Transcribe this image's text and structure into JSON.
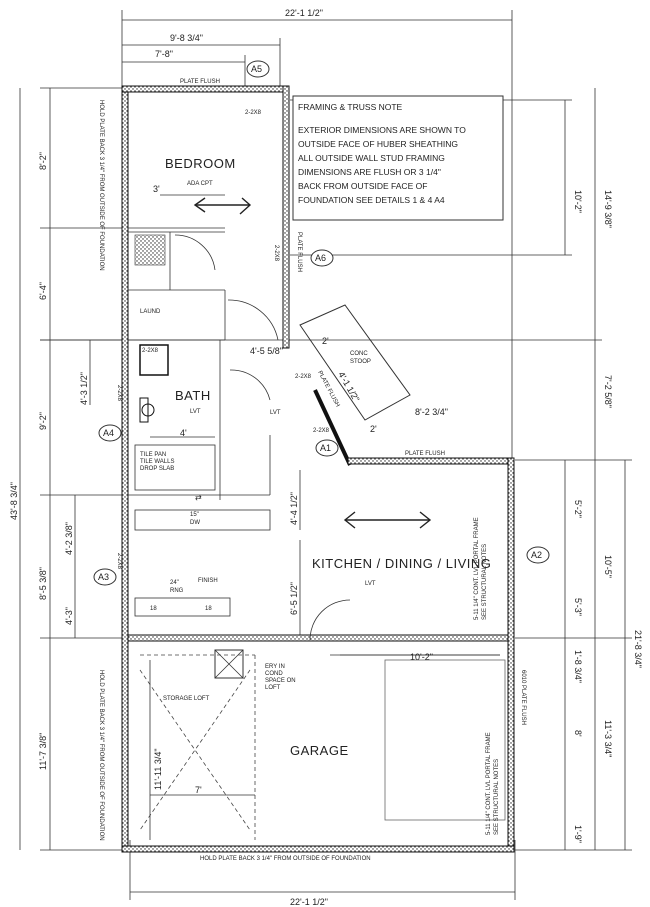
{
  "dimensions": {
    "top_overall": "22'-1 1/2\"",
    "top_left_1": "9'-8 3/4\"",
    "top_left_2": "7'-8\"",
    "bottom_overall": "22'-1 1/2\"",
    "left_8_2": "8'-2\"",
    "left_6_4": "6'-4\"",
    "left_4_3_half": "4'-3 1/2\"",
    "left_9_2": "9'-2\"",
    "left_43_8": "43'-8 3/4\"",
    "left_4_2": "4'-2 3/8\"",
    "left_8_5": "8'-5 3/8\"",
    "left_4_3": "4'-3\"",
    "left_11_7": "11'-7 3/8\"",
    "right_10_2": "10'-2\"",
    "right_14_9": "14'-9 3/8\"",
    "right_7_2": "7'-2 5/8\"",
    "right_5_2": "5'-2\"",
    "right_10_5": "10'-5\"",
    "right_5_3": "5'-3\"",
    "right_21_8": "21'-8 3/4\"",
    "right_1_8": "1'-8 3/4\"",
    "right_8": "8'",
    "right_11_3": "11'-3 3/4\"",
    "right_1_9": "1'-9\"",
    "inner_3": "3'",
    "inner_4_5": "4'-5 5/8\"",
    "inner_4_1": "4'-1 1/2\"",
    "inner_2a": "2'",
    "inner_2b": "2'",
    "inner_8_2": "8'-2 3/4\"",
    "inner_4_4": "4'-4 1/2\"",
    "inner_6_5": "6'-5 1/2\"",
    "inner_10_2": "10'-2\"",
    "inner_11_11": "11'-11 3/4\"",
    "inner_7": "7'",
    "inner_4": "4'"
  },
  "rooms": {
    "bedroom": "BEDROOM",
    "bath": "BATH",
    "kitchen": "KITCHEN / DINING / LIVING",
    "garage": "GARAGE",
    "laund": "LAUND",
    "conc_stoop": "CONC\nSTOOP",
    "storage_loft": "STORAGE LOFT",
    "finish": "FINISH"
  },
  "callouts": {
    "a1": "A1",
    "a2": "A2",
    "a3": "A3",
    "a4": "A4",
    "a5": "A5",
    "a6": "A6"
  },
  "labels": {
    "plate_flush_top": "PLATE FLUSH",
    "plate_flush_right": "PLATE FLUSH",
    "plate_flush_diag": "PLATE FLUSH",
    "plate_flush_mid": "PLATE FLUSH",
    "plate_flush_garage": "6010  PLATE FLUSH",
    "hold_plate_top": "HOLD PLATE BACK 3 1/4\" FROM OUTSIDE OF FOUNDATION",
    "hold_plate_left": "HOLD PLATE BACK 3 1/4\" FROM OUTSIDE OF FOUNDATION",
    "hold_plate_bottom": "HOLD PLATE BACK 3 1/4\" FROM OUTSIDE OF FOUNDATION",
    "ada_cpt": "ADA CPT",
    "lvt_bath": "LVT",
    "lvt_hall": "LVT",
    "lvt_kitchen": "LVT",
    "x2x8_1": "2-2X8",
    "x2x8_2": "2-2X8",
    "x2x8_3": "2-2X8",
    "x2x8_4": "2-2X8",
    "x2x8_5": "2-2X8",
    "x2x8_6": "2-2X8",
    "x2x8_7": "2-2X8",
    "tile_pan": "TILE PAN\nTILE WALLS\nDROP SLAB",
    "dw": "15\"\nDW",
    "rng": "24\"\nRNG",
    "n18a": "18",
    "n18b": "18",
    "entry": "ERY IN\nCOND\nSPACE ON\nLOFT",
    "portal_right": "5-11 1/4\" CONT. LVL PORTAL FRAME\nSEE STRUCTURAL NOTES",
    "portal_garage": "5-11 1/4\" CONT. LVL PORTAL FRAME\nSEE STRUCTURAL NOTES"
  },
  "note": {
    "title": "FRAMING & TRUSS NOTE",
    "lines": [
      "EXTERIOR DIMENSIONS ARE SHOWN TO",
      "OUTSIDE FACE OF HUBER SHEATHING",
      "ALL OUTSIDE WALL STUD FRAMING",
      "DIMENSIONS ARE FLUSH OR 3 1/4\"",
      "BACK FROM OUTSIDE FACE OF",
      "FOUNDATION  SEE DETAILS 1 & 4  A4"
    ]
  }
}
